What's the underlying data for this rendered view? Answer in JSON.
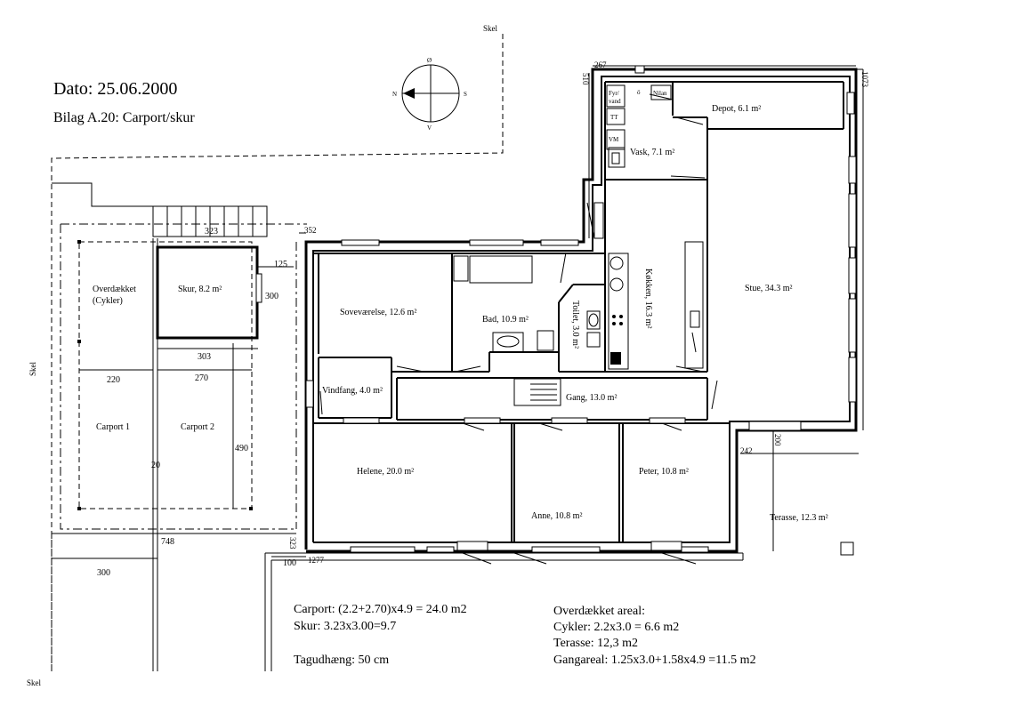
{
  "header": {
    "date": "Dato: 25.06.2000",
    "subtitle": "Bilag A.20: Carport/skur"
  },
  "compass": {
    "n": "N",
    "s": "S",
    "o": "Ø",
    "v": "V"
  },
  "boundary_labels": {
    "top": "Skel",
    "left": "Skel",
    "bottom": "Skel"
  },
  "rooms": {
    "depot": "Depot, 6.1 m²",
    "vask": "Vask, 7.1 m²",
    "stue": "Stue, 34.3 m²",
    "kokken": "Køkken, 16.3 m²",
    "sovevaerelse": "Soveværelse, 12.6 m²",
    "bad": "Bad, 10.9 m²",
    "toilet": "Toilet, 3.0 m²",
    "vindfang": "Vindfang, 4.0 m²",
    "gang": "Gang, 13.0 m²",
    "helene": "Helene, 20.0 m²",
    "anne": "Anne, 10.8 m²",
    "peter": "Peter, 10.8 m²",
    "terasse": "Terasse, 12.3 m²",
    "overdaekket_1": "Overdækket",
    "overdaekket_2": "(Cykler)",
    "skur": "Skur, 8.2 m²",
    "carport1": "Carport 1",
    "carport2": "Carport 2"
  },
  "fixtures": {
    "fyr_1": "Fyr/",
    "fyr_2": "vand",
    "tt": "TT",
    "vm": "VM",
    "ss": "ö",
    "nilan": "Nilan"
  },
  "dimensions": {
    "d267": "267",
    "d1073": "1073",
    "d510": "510",
    "d352": "352",
    "d323": "323",
    "d125": "125",
    "d300a": "300",
    "d303": "303",
    "d220": "220",
    "d270": "270",
    "d490": "490",
    "d20": "20",
    "d748": "748",
    "d300b": "300",
    "d323b": "323",
    "d100": "100",
    "d1277": "1277",
    "d242": "242",
    "d200": "200"
  },
  "notes": {
    "carport": "Carport: (2.2+2.70)x4.9 = 24.0 m2",
    "skur": "Skur: 3.23x3.00=9.7",
    "tagudhaeng": "Tagudhæng: 50 cm",
    "overdaekket": "Overdækket areal:",
    "cykler": "Cykler: 2.2x3.0 = 6.6 m2",
    "terasse": "Terasse: 12,3 m2",
    "gangareal": "Gangareal: 1.25x3.0+1.58x4.9 =11.5 m2"
  }
}
